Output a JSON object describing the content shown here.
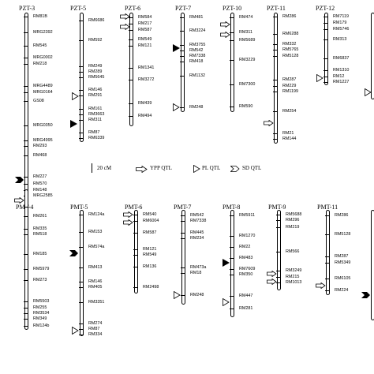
{
  "legend": {
    "scale": "20 cM",
    "ypp": "YPP QTL",
    "pl": "PL QTL",
    "sd": "SD QTL"
  },
  "chromosomes": [
    {
      "id": "pzt-3",
      "title": "PZT-3",
      "markers": [
        "RM81B",
        "MRG2392",
        "RM545",
        "MRG0002",
        "RM218",
        "MRG4489",
        "MRG0164",
        "GS08",
        "MRG0350",
        "MRG4995",
        "RM293",
        "RM468",
        "RM227",
        "RM570",
        "RM148",
        "MRG2585"
      ]
    },
    {
      "id": "pzt-5",
      "title": "PZT-5",
      "markers": [
        "RM6686",
        "RM592",
        "RM249",
        "RM289",
        "RM5645",
        "RM146",
        "RM291",
        "RM161",
        "RM3663",
        "RM311",
        "RM87",
        "RM6339"
      ]
    },
    {
      "id": "pzt-6",
      "title": "PZT-6",
      "markers": [
        "RM584",
        "RM217",
        "RM587",
        "RM549",
        "RM121",
        "RM1341",
        "RM3272",
        "RM439",
        "RM494"
      ]
    },
    {
      "id": "pzt-7",
      "title": "PZT-7",
      "markers": [
        "RM481",
        "RM3224",
        "RM3755",
        "RM542",
        "RM7338",
        "RM418",
        "RM1132",
        "RM248"
      ]
    },
    {
      "id": "pzt-10",
      "title": "PZT-10",
      "markers": [
        "RM474",
        "RM311",
        "RM5689",
        "RM3229",
        "RM7300",
        "RM590"
      ]
    },
    {
      "id": "pzt-11",
      "title": "PZT-11",
      "markers": [
        "RM286",
        "RM6288",
        "RM332",
        "RM5765",
        "RM5128",
        "RM287",
        "RM229",
        "RM1199",
        "RM254",
        "RM21",
        "RM144"
      ]
    },
    {
      "id": "pzt-12",
      "title": "PZT-12",
      "markers": [
        "RM7119",
        "RM179",
        "RM5746",
        "RM313",
        "RM6837",
        "RM1310",
        "RM12",
        "RM1227"
      ]
    },
    {
      "id": "pmt-4",
      "title": "PMT-4",
      "markers": [
        "RM261",
        "RM335",
        "RM518",
        "RM185",
        "RM5979",
        "RM273",
        "RM5503",
        "RM255",
        "RM3534",
        "RM349",
        "RM124b"
      ]
    },
    {
      "id": "pmt-5",
      "title": "PMT-5",
      "markers": [
        "RM124a",
        "RM153",
        "RM574a",
        "RM413",
        "RM146",
        "RM405",
        "RM3351",
        "RM274",
        "RM87",
        "RM334"
      ]
    },
    {
      "id": "pmt-6",
      "title": "PMT-6",
      "markers": [
        "RM540",
        "RM6004",
        "RM587",
        "RM121",
        "RM549",
        "RM136",
        "RM2498"
      ]
    },
    {
      "id": "pmt-7",
      "title": "PMT-7",
      "markers": [
        "RM542",
        "RM7338",
        "RM445",
        "RM234",
        "RM473a",
        "RM18",
        "RM248"
      ]
    },
    {
      "id": "pmt-8",
      "title": "PMT-8",
      "markers": [
        "RM5911",
        "RM1270",
        "RM22",
        "RM483",
        "RM7609",
        "RM350",
        "RM447",
        "RM281"
      ]
    },
    {
      "id": "pmt-9",
      "title": "PMT-9",
      "markers": [
        "RM5688",
        "RM296",
        "RM219",
        "RM566",
        "RM3249",
        "RM215",
        "RM1013"
      ]
    },
    {
      "id": "pmt-11",
      "title": "PMT-11",
      "markers": [
        "RM286",
        "RM5128",
        "RM287",
        "RM5349",
        "RM6105",
        "RM224"
      ]
    }
  ]
}
